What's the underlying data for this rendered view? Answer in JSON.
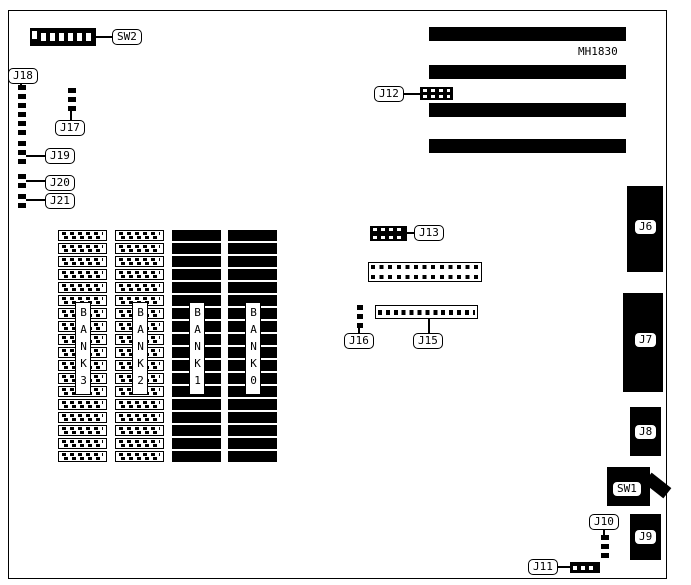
{
  "board": {
    "model": "MH1830"
  },
  "labels": {
    "sw2": "SW2",
    "j18": "J18",
    "j17": "J17",
    "j19": "J19",
    "j20": "J20",
    "j21": "J21",
    "j12": "J12",
    "j13": "J13",
    "j16": "J16",
    "j15": "J15",
    "j6": "J6",
    "j7": "J7",
    "j8": "J8",
    "j9": "J9",
    "sw1": "SW1",
    "j10": "J10",
    "j11": "J11"
  },
  "memory_banks": [
    {
      "label": "BANK3",
      "chip_style": "outline"
    },
    {
      "label": "BANK2",
      "chip_style": "outline"
    },
    {
      "label": "BANK1",
      "chip_style": "solid"
    },
    {
      "label": "BANK0",
      "chip_style": "solid"
    }
  ],
  "expansion_slots": {
    "count": 4
  },
  "colors": {
    "ink": "#000000",
    "paper": "#ffffff"
  }
}
